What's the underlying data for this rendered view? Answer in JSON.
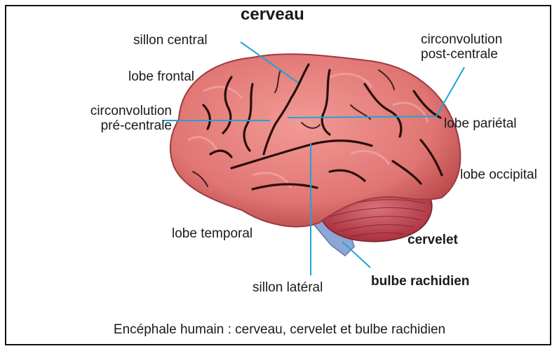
{
  "title": "cerveau",
  "labels": {
    "sillon_central": "sillon central",
    "lobe_frontal": "lobe frontal",
    "circ_pre_1": "circonvolution",
    "circ_pre_2": "pré-centrale",
    "circ_post_1": "circonvolution",
    "circ_post_2": "post-centrale",
    "lobe_parietal": "lobe pariétal",
    "lobe_occipital": "lobe occipital",
    "lobe_temporal": "lobe temporal",
    "cervelet": "cervelet",
    "sillon_lateral": "sillon latéral",
    "bulbe_rachidien": "bulbe rachidien"
  },
  "caption": "Encéphale humain : cerveau, cervelet et bulbe rachidien",
  "colors": {
    "brain": "#e87a78",
    "brain_dark": "#c2474a",
    "sulcus": "#2a0d0d",
    "cerebellum": "#c8505a",
    "brainstem": "#8ea6d6",
    "leader_line": "#1aa6d8"
  }
}
